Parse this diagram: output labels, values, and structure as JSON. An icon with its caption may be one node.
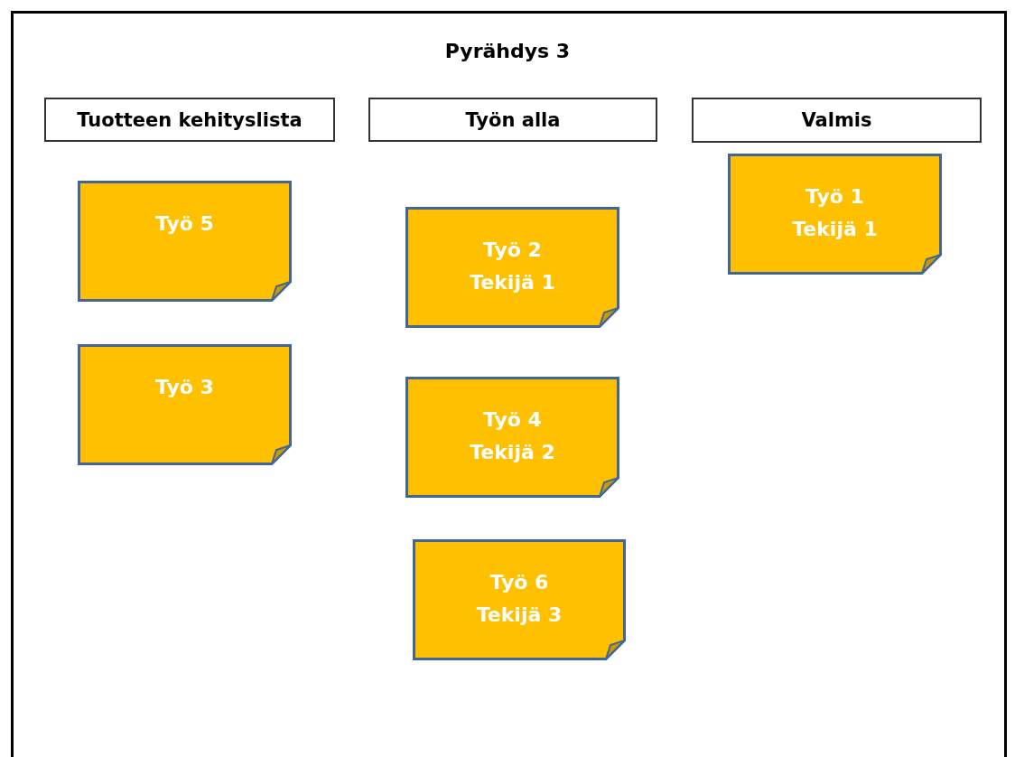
{
  "diagram": {
    "title": "Pyrähdys 3",
    "nodes": [
      {
        "text": [
          "Tuotteen kehityslista"
        ]
      },
      {
        "text": [
          "Työn alla"
        ]
      },
      {
        "text": [
          "Valmis"
        ]
      },
      {
        "text": [
          "Työ 1",
          "Tekijä 1"
        ]
      },
      {
        "text": [
          "Työ 5"
        ]
      },
      {
        "text": [
          "Työ 2",
          "Tekijä 1"
        ]
      },
      {
        "text": [
          "Työ 3"
        ]
      },
      {
        "text": [
          "Työ 4",
          "Tekijä 2"
        ]
      },
      {
        "text": [
          "Työ 6",
          "Tekijä 3"
        ]
      }
    ],
    "edges": []
  }
}
